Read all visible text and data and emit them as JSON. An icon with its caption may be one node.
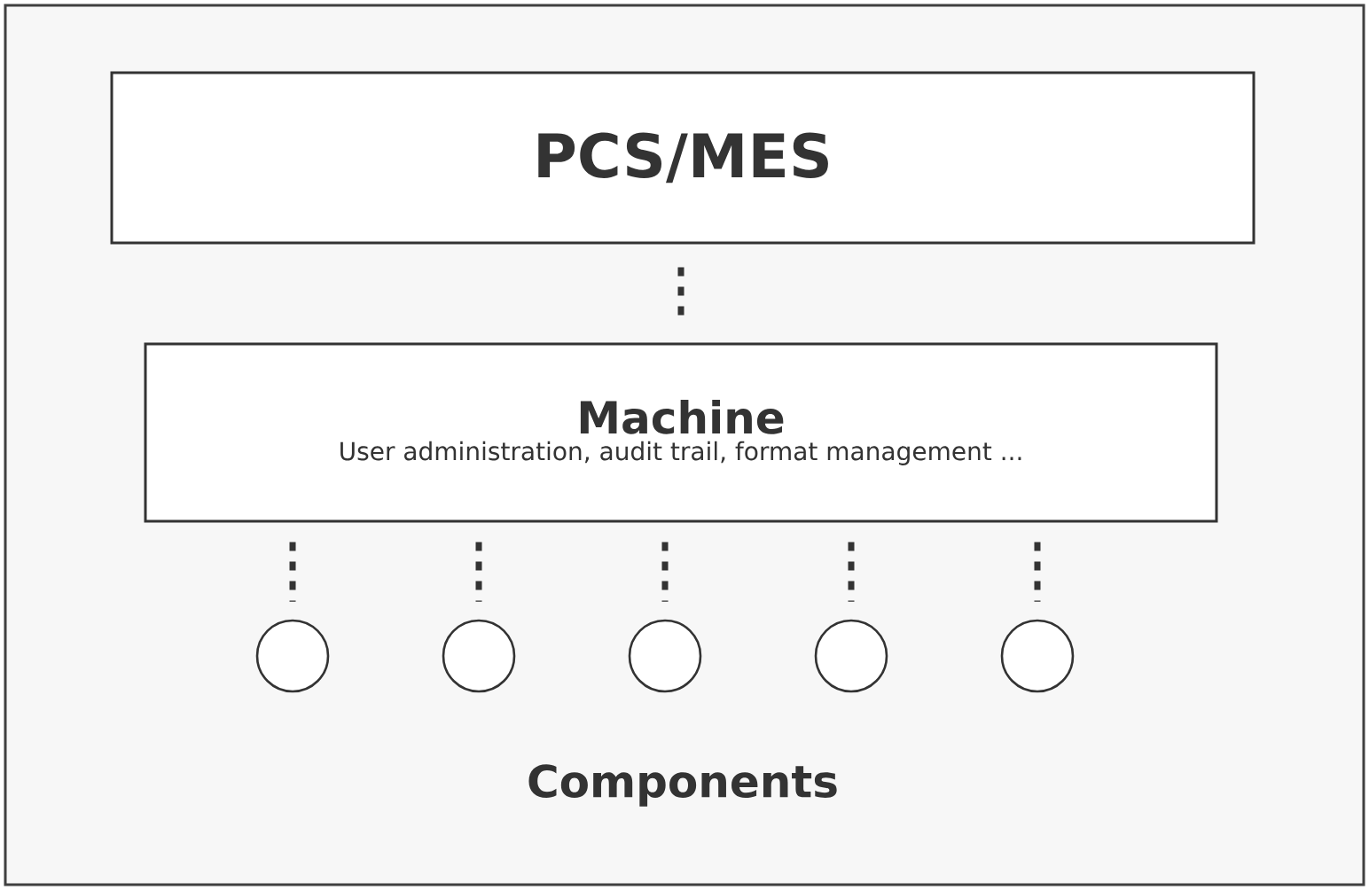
{
  "diagram": {
    "nodes": [
      {
        "text": [
          "PCS/MES"
        ]
      },
      {
        "text": [
          "Machine",
          "User administration, audit trail, format management ..."
        ]
      },
      {
        "text": [],
        "shape": "circle"
      },
      {
        "text": [],
        "shape": "circle"
      },
      {
        "text": [],
        "shape": "circle"
      },
      {
        "text": [],
        "shape": "circle"
      },
      {
        "text": [],
        "shape": "circle"
      }
    ],
    "edges": [
      {
        "from": 0,
        "to": 1,
        "arrow": "none",
        "style": "dashed"
      },
      {
        "from": 1,
        "to": 2,
        "arrow": "none",
        "style": "dashed"
      },
      {
        "from": 1,
        "to": 3,
        "arrow": "none",
        "style": "dashed"
      },
      {
        "from": 1,
        "to": 4,
        "arrow": "none",
        "style": "dashed"
      },
      {
        "from": 1,
        "to": 5,
        "arrow": "none",
        "style": "dashed"
      },
      {
        "from": 1,
        "to": 6,
        "arrow": "none",
        "style": "dashed"
      }
    ],
    "labels": [
      "Components"
    ]
  }
}
